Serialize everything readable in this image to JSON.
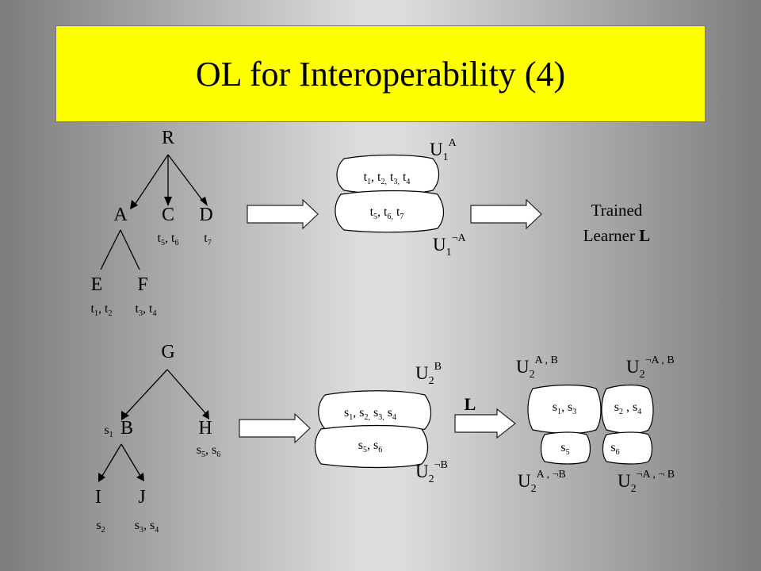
{
  "title": "OL for Interoperability (4)",
  "colors": {
    "title_bg": "#ffff00"
  },
  "diagram1": {
    "R": "R",
    "A": "A",
    "C": "C",
    "D": "D",
    "E": "E",
    "F": "F",
    "C_items": [
      [
        "t",
        "5"
      ],
      [
        ", t",
        "6"
      ]
    ],
    "D_items": [
      [
        "t",
        "7"
      ]
    ],
    "E_items": [
      [
        "t",
        "1"
      ],
      [
        ", t",
        "2"
      ]
    ],
    "F_items": [
      [
        "t",
        "3"
      ],
      [
        ", t",
        "4"
      ]
    ],
    "bubble_top": [
      [
        "t",
        "1"
      ],
      [
        ", t",
        "2,"
      ],
      [
        " t",
        "3,"
      ],
      [
        " t",
        "4"
      ]
    ],
    "bubble_bottom": [
      [
        "t",
        "5"
      ],
      [
        ", t",
        "6,"
      ],
      [
        " t",
        "7"
      ]
    ],
    "U_top": {
      "main": "U",
      "sub": "1",
      "sup": "A"
    },
    "U_bottom": {
      "main": "U",
      "sub": "1",
      "sup": "¬A"
    },
    "trained_line1": "Trained",
    "trained_line2": "Learner ",
    "trained_bold": "L"
  },
  "diagram2": {
    "G": "G",
    "B": "B",
    "H": "H",
    "I": "I",
    "J": "J",
    "B_prefix": [
      [
        "s",
        "1"
      ]
    ],
    "H_items": [
      [
        "s",
        "5"
      ],
      [
        ", s",
        "6"
      ]
    ],
    "I_items": [
      [
        "s",
        "2"
      ]
    ],
    "J_items": [
      [
        "s",
        "3"
      ],
      [
        ", s",
        "4"
      ]
    ],
    "bubble_top": [
      [
        "s",
        "1"
      ],
      [
        ", s",
        "2,"
      ],
      [
        " s",
        "3,"
      ],
      [
        " s",
        "4"
      ]
    ],
    "bubble_bottom": [
      [
        "s",
        "5"
      ],
      [
        ", s",
        "6"
      ]
    ],
    "U_top": {
      "main": "U",
      "sub": "2",
      "sup": "B"
    },
    "U_bottom": {
      "main": "U",
      "sub": "2",
      "sup": "¬B"
    },
    "arrow_label": "L",
    "result_items": {
      "ab": [
        [
          "s",
          "1"
        ],
        [
          ", s",
          "3"
        ]
      ],
      "nab": [
        [
          "s",
          "2"
        ],
        [
          " , s",
          "4"
        ]
      ],
      "anb": [
        [
          "s",
          "5"
        ]
      ],
      "nanb": [
        [
          "s",
          "6"
        ]
      ]
    },
    "U_ab": {
      "main": "U",
      "sub": "2",
      "sup": "A , B"
    },
    "U_nab": {
      "main": "U",
      "sub": "2",
      "sup": "¬A , B"
    },
    "U_anb": {
      "main": "U",
      "sub": "2",
      "sup": "A , ¬B"
    },
    "U_nanb": {
      "main": "U",
      "sub": "2",
      "sup": "¬A , ¬ B"
    }
  }
}
